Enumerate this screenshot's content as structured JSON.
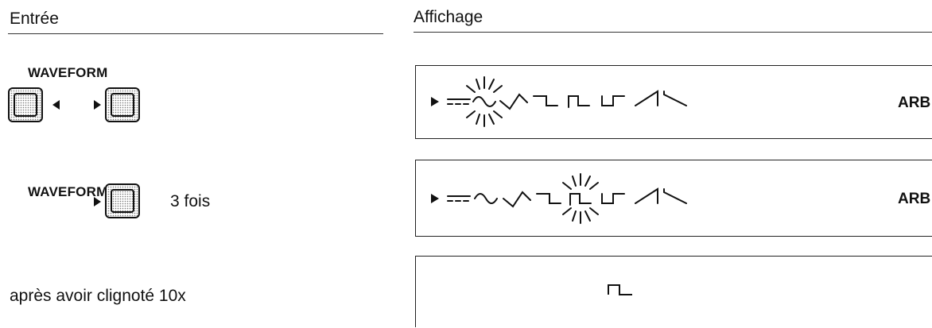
{
  "header": {
    "input_title": "Entrée",
    "display_title": "Affichage"
  },
  "steps": [
    {
      "key_label": "WAVEFORM",
      "icons": [
        "key-icon",
        "arrow-left-icon",
        "arrow-right-icon",
        "key-icon"
      ]
    },
    {
      "key_label": "WAVEFORM",
      "icons": [
        "arrow-right-icon",
        "key-icon"
      ],
      "repeat_text": "3 fois"
    },
    {
      "text": "après avoir clignoté 10x"
    }
  ],
  "displays": [
    {
      "cursor_icon": "play-icon",
      "waveforms": [
        "dc",
        "sine",
        "triangle",
        "pulse-low",
        "square",
        "pulse-high",
        "ramp-up",
        "ramp-down"
      ],
      "blinking": "sine",
      "mode_label": "ARB"
    },
    {
      "cursor_icon": "play-icon",
      "waveforms": [
        "dc",
        "sine",
        "triangle",
        "pulse-low",
        "square",
        "pulse-high",
        "ramp-up",
        "ramp-down"
      ],
      "blinking": "square",
      "mode_label": "ARB"
    },
    {
      "waveforms": [
        "square"
      ]
    }
  ]
}
